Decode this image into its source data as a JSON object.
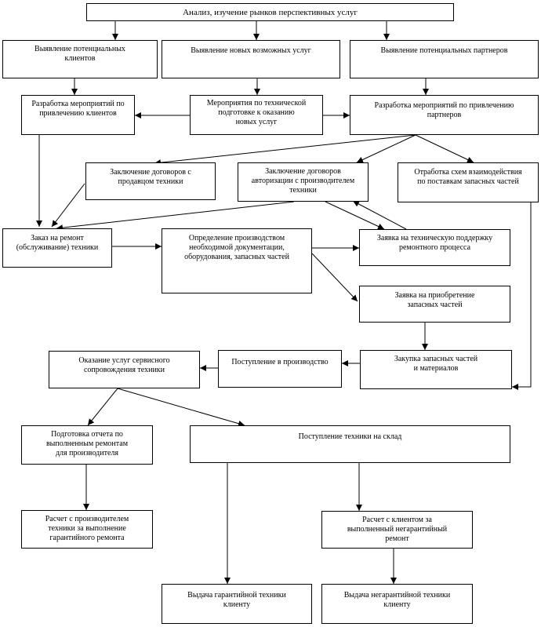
{
  "nodes": {
    "analysis": "Анализ, изучение рынков перспективных услуг",
    "potential_clients": "Выявление потенциальных\nклиентов",
    "new_services": "Выявление новых возможных услуг",
    "potential_partners": "Выявление потенциальных партнеров",
    "attract_clients": "Разработка мероприятий по\nпривлечению клиентов",
    "tech_preparation": "Мероприятия по технической\nподготовке к оказанию\nновых   услуг",
    "attract_partners": "Разработка мероприятий по привлечению\nпартнеров",
    "dealer_contracts": "Заключение договоров с\nпродавцом техники",
    "manufacturer_contracts": "Заключение договоров\nавторизации с производителем\nтехники",
    "spare_parts_scheme": "Отработка схем взаимодействия\nпо поставкам запасных частей",
    "repair_order": "Заказ на ремонт\n(обслуживание) техники",
    "determine_production": "Определение производством\nнеобходимой документации,\nоборудования, запасных частей",
    "tech_support_request": "Заявка на техническую поддержку\nремонтного процесса",
    "parts_request": "Заявка на приобретение\nзапасных частей",
    "service_support": "Оказание услуг сервисного\nсопровождения техники",
    "production_receipt": "Поступление в производство",
    "parts_purchase": "Закупка запасных частей\nи материалов",
    "manufacturer_report": "Подготовка отчета по\nвыполненным ремонтам\nдля  производителя",
    "warehouse_receipt": "Поступление техники на склад",
    "warranty_settlement": "Расчет с производителем\nтехники за выполнение\nгарантийного  ремонта",
    "client_settlement": "Расчет с клиентом за\nвыполненный негарантийный\nремонт",
    "warranty_issue": "Выдача гарантийной техники\nклиенту",
    "nonwarranty_issue": "Выдача негарантийной  техники\nклиенту"
  }
}
